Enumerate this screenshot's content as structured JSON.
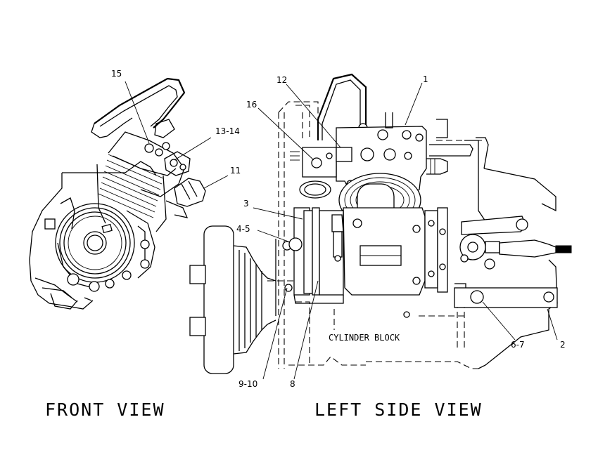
{
  "views": {
    "front": {
      "title": "FRONT VIEW"
    },
    "left_side": {
      "title": "LEFT SIDE VIEW"
    }
  },
  "inset_text": {
    "cylinder_block": "CYLINDER BLOCK"
  },
  "callouts": {
    "c1": "1",
    "c2": "2",
    "c3": "3",
    "c4_5": "4-5",
    "c6_7": "6-7",
    "c8": "8",
    "c9_10": "9-10",
    "c11": "11",
    "c12": "12",
    "c13_14": "13-14",
    "c15": "15",
    "c16": "16"
  }
}
